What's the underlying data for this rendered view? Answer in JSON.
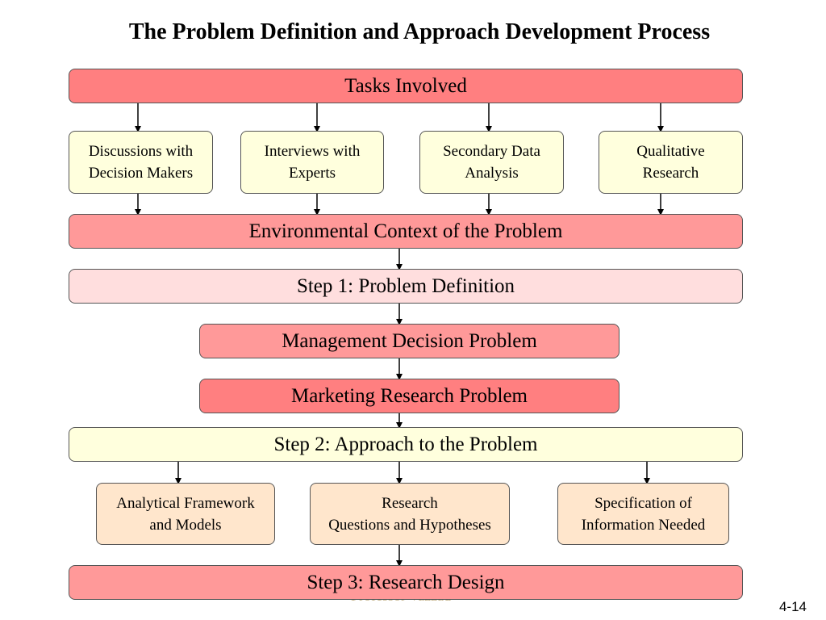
{
  "title": "The Problem Definition and Approach Development Process",
  "tasks_involved": "Tasks Involved",
  "tasks": [
    "Discussions with\nDecision Makers",
    "Interviews with\nExperts",
    "Secondary Data\nAnalysis",
    "Qualitative\nResearch"
  ],
  "environmental_context": "Environmental Context of the Problem",
  "step1": "Step 1: Problem Definition",
  "management_decision_problem": "Management Decision Problem",
  "marketing_research_problem": "Marketing Research Problem",
  "step2": "Step 2: Approach to the Problem",
  "approach_components": [
    "Analytical Framework\nand Models",
    "Research\nQuestions and Hypotheses",
    "Specification of\nInformation Needed"
  ],
  "step3": "Step 3: Research Design",
  "watermark": "Professor Vazzad",
  "slide_number": "4-14",
  "colors": {
    "red": "#ff7f80",
    "pink": "#ff9999",
    "light_pink": "#ffdede",
    "cream": "#ffffdd",
    "peach": "#ffe6cc"
  }
}
